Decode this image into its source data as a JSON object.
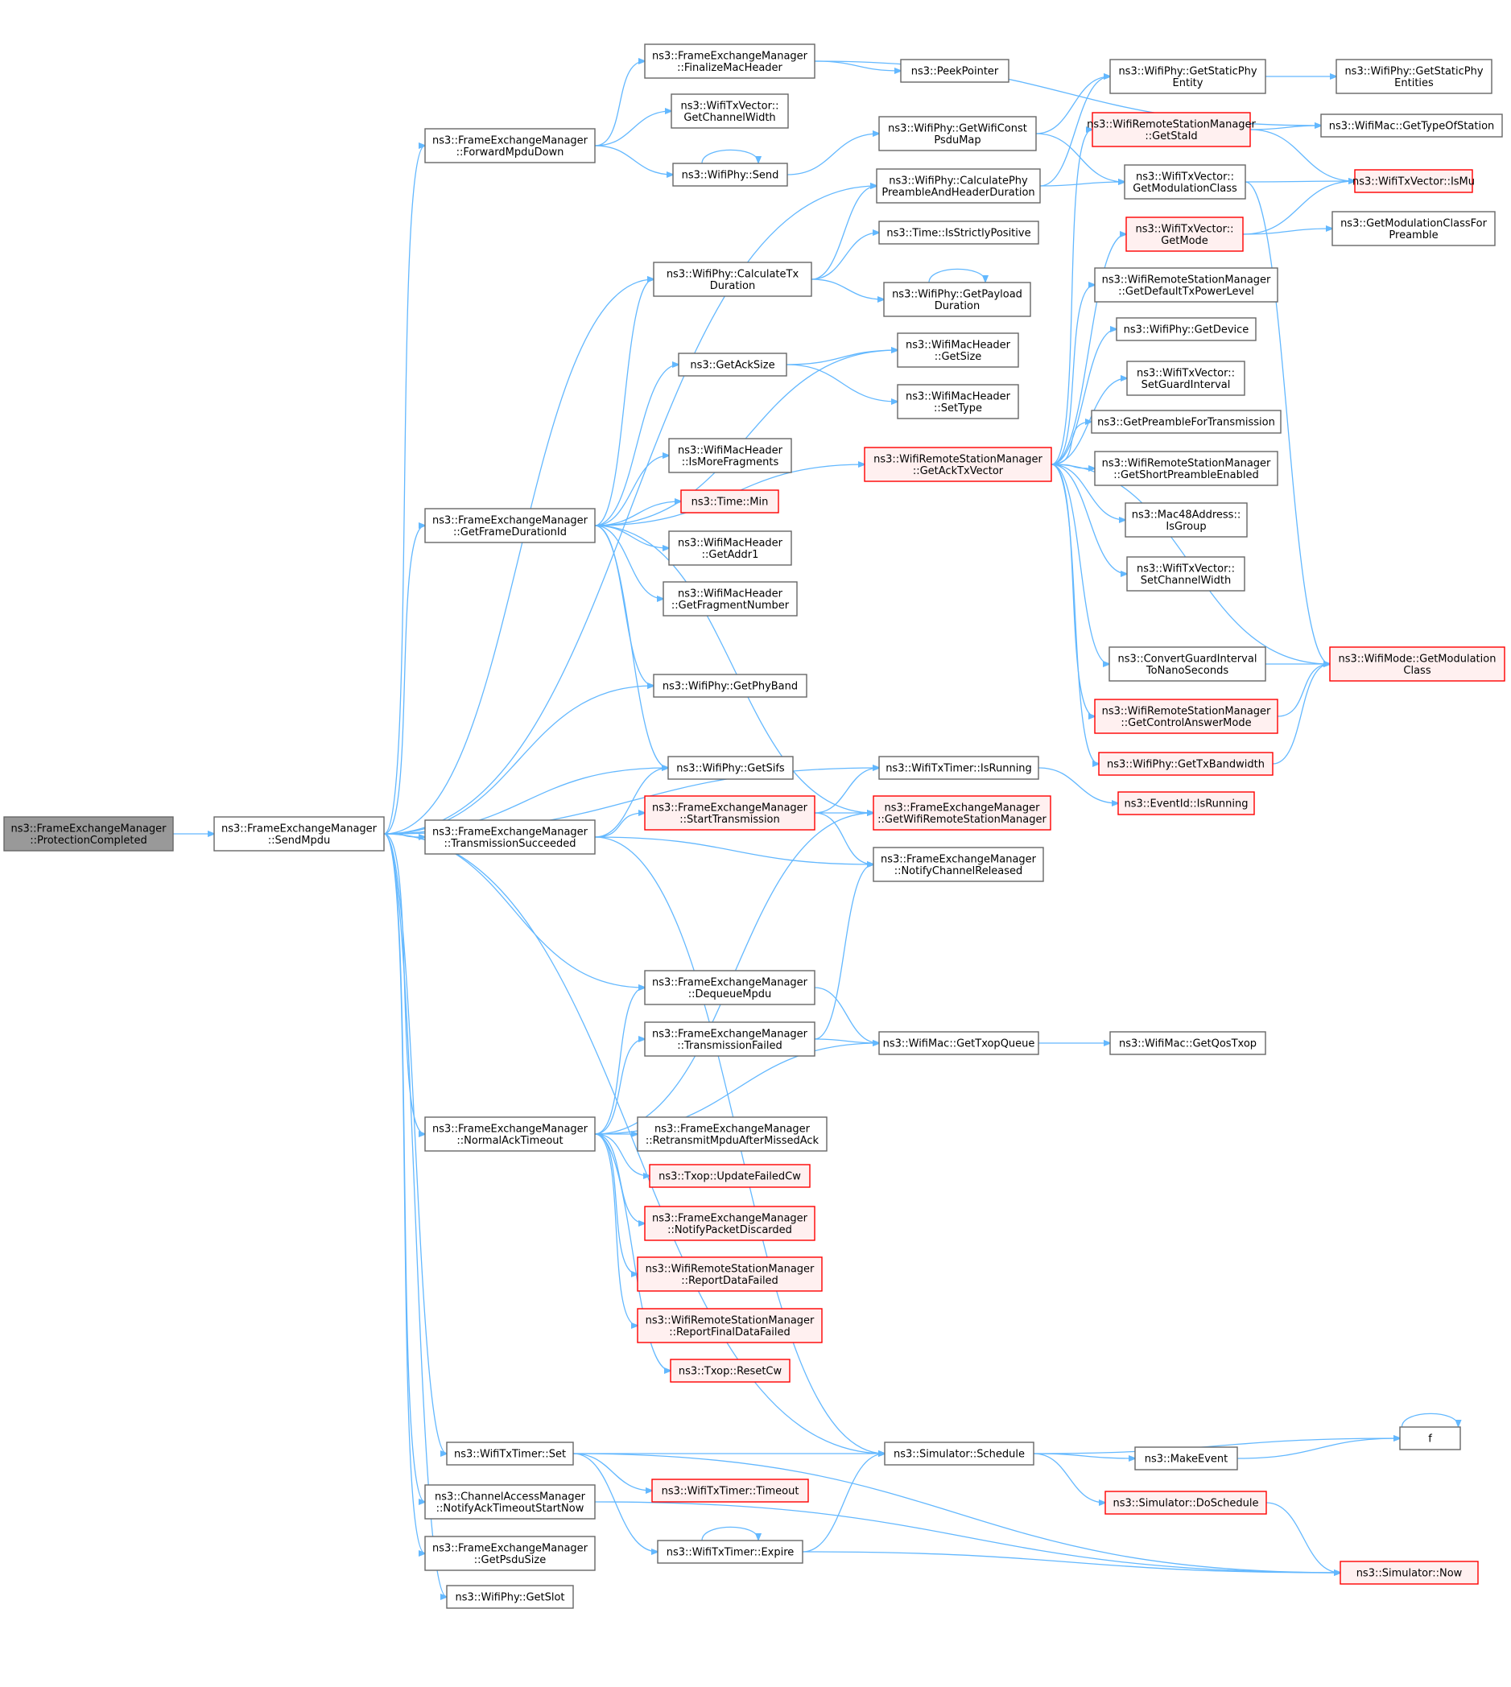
{
  "colors": {
    "edge": "#63b8ff",
    "node_border": "#666666",
    "node_fill": "#ffffff",
    "root_fill": "#999999",
    "root_border": "#666666",
    "ref_fill": "#fff0f0",
    "ref_border": "#ff0000"
  },
  "nodes": [
    {
      "id": "root",
      "kind": "root",
      "lines": [
        "ns3::FrameExchangeManager",
        "::ProtectionCompleted"
      ]
    },
    {
      "id": "sendMpdu",
      "kind": "normal",
      "lines": [
        "ns3::FrameExchangeManager",
        "::SendMpdu"
      ]
    },
    {
      "id": "forwardMpduDown",
      "kind": "normal",
      "lines": [
        "ns3::FrameExchangeManager",
        "::ForwardMpduDown"
      ]
    },
    {
      "id": "finalizeMacHeader",
      "kind": "normal",
      "lines": [
        "ns3::FrameExchangeManager",
        "::FinalizeMacHeader"
      ]
    },
    {
      "id": "peekPointer",
      "kind": "normal",
      "lines": [
        "ns3::PeekPointer"
      ]
    },
    {
      "id": "getChannelWidth",
      "kind": "normal",
      "lines": [
        "ns3::WifiTxVector::",
        "GetChannelWidth"
      ]
    },
    {
      "id": "phySend",
      "kind": "normal",
      "lines": [
        "ns3::WifiPhy::Send"
      ]
    },
    {
      "id": "getWifiConstPsduMap",
      "kind": "normal",
      "lines": [
        "ns3::WifiPhy::GetWifiConst",
        "PsduMap"
      ]
    },
    {
      "id": "getStaticPhyEntity",
      "kind": "normal",
      "lines": [
        "ns3::WifiPhy::GetStaticPhy",
        "Entity"
      ]
    },
    {
      "id": "getStaticPhyEntities",
      "kind": "normal",
      "lines": [
        "ns3::WifiPhy::GetStaticPhy",
        "Entities"
      ]
    },
    {
      "id": "getStaId",
      "kind": "ref",
      "lines": [
        "ns3::WifiRemoteStationManager",
        "::GetStaId"
      ]
    },
    {
      "id": "getTypeOfStation",
      "kind": "normal",
      "lines": [
        "ns3::WifiMac::GetTypeOfStation"
      ]
    },
    {
      "id": "calcPreamble",
      "kind": "normal",
      "lines": [
        "ns3::WifiPhy::CalculatePhy",
        "PreambleAndHeaderDuration"
      ]
    },
    {
      "id": "getModulationClassTx",
      "kind": "normal",
      "lines": [
        "ns3::WifiTxVector::",
        "GetModulationClass"
      ]
    },
    {
      "id": "isMu",
      "kind": "ref",
      "lines": [
        "ns3::WifiTxVector::IsMu"
      ]
    },
    {
      "id": "getMode",
      "kind": "ref",
      "lines": [
        "ns3::WifiTxVector::",
        "GetMode"
      ]
    },
    {
      "id": "getModClassForPreamble",
      "kind": "normal",
      "lines": [
        "ns3::GetModulationClassFor",
        "Preamble"
      ]
    },
    {
      "id": "isStrictlyPositive",
      "kind": "normal",
      "lines": [
        "ns3::Time::IsStrictlyPositive"
      ]
    },
    {
      "id": "calcTxDuration",
      "kind": "normal",
      "lines": [
        "ns3::WifiPhy::CalculateTx",
        "Duration"
      ]
    },
    {
      "id": "getPayloadDuration",
      "kind": "normal",
      "lines": [
        "ns3::WifiPhy::GetPayload",
        "Duration"
      ]
    },
    {
      "id": "getDefaultTxPower",
      "kind": "normal",
      "lines": [
        "ns3::WifiRemoteStationManager",
        "::GetDefaultTxPowerLevel"
      ]
    },
    {
      "id": "getDevice",
      "kind": "normal",
      "lines": [
        "ns3::WifiPhy::GetDevice"
      ]
    },
    {
      "id": "getAckSize",
      "kind": "normal",
      "lines": [
        "ns3::GetAckSize"
      ]
    },
    {
      "id": "headerGetSize",
      "kind": "normal",
      "lines": [
        "ns3::WifiMacHeader",
        "::GetSize"
      ]
    },
    {
      "id": "headerSetType",
      "kind": "normal",
      "lines": [
        "ns3::WifiMacHeader",
        "::SetType"
      ]
    },
    {
      "id": "setGuardInterval",
      "kind": "normal",
      "lines": [
        "ns3::WifiTxVector::",
        "SetGuardInterval"
      ]
    },
    {
      "id": "getPreambleForTx",
      "kind": "normal",
      "lines": [
        "ns3::GetPreambleForTransmission"
      ]
    },
    {
      "id": "getAckTxVector",
      "kind": "ref",
      "lines": [
        "ns3::WifiRemoteStationManager",
        "::GetAckTxVector"
      ]
    },
    {
      "id": "getShortPreamble",
      "kind": "normal",
      "lines": [
        "ns3::WifiRemoteStationManager",
        "::GetShortPreambleEnabled"
      ]
    },
    {
      "id": "isMoreFragments",
      "kind": "normal",
      "lines": [
        "ns3::WifiMacHeader",
        "::IsMoreFragments"
      ]
    },
    {
      "id": "timeMin",
      "kind": "ref",
      "lines": [
        "ns3::Time::Min"
      ]
    },
    {
      "id": "isGroup",
      "kind": "normal",
      "lines": [
        "ns3::Mac48Address::",
        "IsGroup"
      ]
    },
    {
      "id": "getFrameDurationId",
      "kind": "normal",
      "lines": [
        "ns3::FrameExchangeManager",
        "::GetFrameDurationId"
      ]
    },
    {
      "id": "getAddr1",
      "kind": "normal",
      "lines": [
        "ns3::WifiMacHeader",
        "::GetAddr1"
      ]
    },
    {
      "id": "setChannelWidth",
      "kind": "normal",
      "lines": [
        "ns3::WifiTxVector::",
        "SetChannelWidth"
      ]
    },
    {
      "id": "getFragmentNumber",
      "kind": "normal",
      "lines": [
        "ns3::WifiMacHeader",
        "::GetFragmentNumber"
      ]
    },
    {
      "id": "convertGuardInterval",
      "kind": "normal",
      "lines": [
        "ns3::ConvertGuardInterval",
        "ToNanoSeconds"
      ]
    },
    {
      "id": "modeGetModClass",
      "kind": "ref",
      "lines": [
        "ns3::WifiMode::GetModulation",
        "Class"
      ]
    },
    {
      "id": "getPhyBand",
      "kind": "normal",
      "lines": [
        "ns3::WifiPhy::GetPhyBand"
      ]
    },
    {
      "id": "getControlAnswerMode",
      "kind": "ref",
      "lines": [
        "ns3::WifiRemoteStationManager",
        "::GetControlAnswerMode"
      ]
    },
    {
      "id": "getTxBandwidth",
      "kind": "ref",
      "lines": [
        "ns3::WifiPhy::GetTxBandwidth"
      ]
    },
    {
      "id": "getSifs",
      "kind": "normal",
      "lines": [
        "ns3::WifiPhy::GetSifs"
      ]
    },
    {
      "id": "timerIsRunning",
      "kind": "normal",
      "lines": [
        "ns3::WifiTxTimer::IsRunning"
      ]
    },
    {
      "id": "eventIsRunning",
      "kind": "ref",
      "lines": [
        "ns3::EventId::IsRunning"
      ]
    },
    {
      "id": "startTransmission",
      "kind": "ref",
      "lines": [
        "ns3::FrameExchangeManager",
        "::StartTransmission"
      ]
    },
    {
      "id": "getWifiRsm",
      "kind": "ref",
      "lines": [
        "ns3::FrameExchangeManager",
        "::GetWifiRemoteStationManager"
      ]
    },
    {
      "id": "transmissionSucceeded",
      "kind": "normal",
      "lines": [
        "ns3::FrameExchangeManager",
        "::TransmissionSucceeded"
      ]
    },
    {
      "id": "notifyChannelReleased",
      "kind": "normal",
      "lines": [
        "ns3::FrameExchangeManager",
        "::NotifyChannelReleased"
      ]
    },
    {
      "id": "dequeueMpdu",
      "kind": "normal",
      "lines": [
        "ns3::FrameExchangeManager",
        "::DequeueMpdu"
      ]
    },
    {
      "id": "transmissionFailed",
      "kind": "normal",
      "lines": [
        "ns3::FrameExchangeManager",
        "::TransmissionFailed"
      ]
    },
    {
      "id": "getTxopQueue",
      "kind": "normal",
      "lines": [
        "ns3::WifiMac::GetTxopQueue"
      ]
    },
    {
      "id": "getQosTxop",
      "kind": "normal",
      "lines": [
        "ns3::WifiMac::GetQosTxop"
      ]
    },
    {
      "id": "normalAckTimeout",
      "kind": "normal",
      "lines": [
        "ns3::FrameExchangeManager",
        "::NormalAckTimeout"
      ]
    },
    {
      "id": "retransmitMpdu",
      "kind": "normal",
      "lines": [
        "ns3::FrameExchangeManager",
        "::RetransmitMpduAfterMissedAck"
      ]
    },
    {
      "id": "updateFailedCw",
      "kind": "ref",
      "lines": [
        "ns3::Txop::UpdateFailedCw"
      ]
    },
    {
      "id": "notifyPacketDiscarded",
      "kind": "ref",
      "lines": [
        "ns3::FrameExchangeManager",
        "::NotifyPacketDiscarded"
      ]
    },
    {
      "id": "reportDataFailed",
      "kind": "ref",
      "lines": [
        "ns3::WifiRemoteStationManager",
        "::ReportDataFailed"
      ]
    },
    {
      "id": "reportFinalDataFailed",
      "kind": "ref",
      "lines": [
        "ns3::WifiRemoteStationManager",
        "::ReportFinalDataFailed"
      ]
    },
    {
      "id": "resetCw",
      "kind": "ref",
      "lines": [
        "ns3::Txop::ResetCw"
      ]
    },
    {
      "id": "timerSet",
      "kind": "normal",
      "lines": [
        "ns3::WifiTxTimer::Set"
      ]
    },
    {
      "id": "schedule",
      "kind": "normal",
      "lines": [
        "ns3::Simulator::Schedule"
      ]
    },
    {
      "id": "f",
      "kind": "normal",
      "lines": [
        "f"
      ]
    },
    {
      "id": "makeEvent",
      "kind": "normal",
      "lines": [
        "ns3::MakeEvent"
      ]
    },
    {
      "id": "timerTimeout",
      "kind": "ref",
      "lines": [
        "ns3::WifiTxTimer::Timeout"
      ]
    },
    {
      "id": "doSchedule",
      "kind": "ref",
      "lines": [
        "ns3::Simulator::DoSchedule"
      ]
    },
    {
      "id": "notifyAckTimeout",
      "kind": "normal",
      "lines": [
        "ns3::ChannelAccessManager",
        "::NotifyAckTimeoutStartNow"
      ]
    },
    {
      "id": "timerExpire",
      "kind": "normal",
      "lines": [
        "ns3::WifiTxTimer::Expire"
      ]
    },
    {
      "id": "getPsduSize",
      "kind": "normal",
      "lines": [
        "ns3::FrameExchangeManager",
        "::GetPsduSize"
      ]
    },
    {
      "id": "simNow",
      "kind": "ref",
      "lines": [
        "ns3::Simulator::Now"
      ]
    },
    {
      "id": "getSlot",
      "kind": "normal",
      "lines": [
        "ns3::WifiPhy::GetSlot"
      ]
    }
  ],
  "edges": [
    [
      "root",
      "sendMpdu"
    ],
    [
      "sendMpdu",
      "forwardMpduDown"
    ],
    [
      "sendMpdu",
      "calcPreamble"
    ],
    [
      "sendMpdu",
      "calcTxDuration"
    ],
    [
      "sendMpdu",
      "getFrameDurationId"
    ],
    [
      "sendMpdu",
      "getPhyBand"
    ],
    [
      "sendMpdu",
      "timerIsRunning"
    ],
    [
      "sendMpdu",
      "getSifs"
    ],
    [
      "sendMpdu",
      "transmissionSucceeded"
    ],
    [
      "sendMpdu",
      "dequeueMpdu"
    ],
    [
      "sendMpdu",
      "normalAckTimeout"
    ],
    [
      "sendMpdu",
      "schedule"
    ],
    [
      "sendMpdu",
      "timerSet"
    ],
    [
      "sendMpdu",
      "notifyAckTimeout"
    ],
    [
      "sendMpdu",
      "getPsduSize"
    ],
    [
      "sendMpdu",
      "getSlot"
    ],
    [
      "forwardMpduDown",
      "finalizeMacHeader"
    ],
    [
      "forwardMpduDown",
      "getChannelWidth"
    ],
    [
      "forwardMpduDown",
      "phySend"
    ],
    [
      "finalizeMacHeader",
      "peekPointer"
    ],
    [
      "finalizeMacHeader",
      "getTypeOfStation"
    ],
    [
      "phySend",
      "phySend"
    ],
    [
      "phySend",
      "getWifiConstPsduMap"
    ],
    [
      "getWifiConstPsduMap",
      "getStaticPhyEntity"
    ],
    [
      "getWifiConstPsduMap",
      "getModulationClassTx"
    ],
    [
      "getStaticPhyEntity",
      "getStaticPhyEntities"
    ],
    [
      "calcPreamble",
      "getStaticPhyEntity"
    ],
    [
      "calcPreamble",
      "getModulationClassTx"
    ],
    [
      "getStaId",
      "getTypeOfStation"
    ],
    [
      "getStaId",
      "isMu"
    ],
    [
      "getModulationClassTx",
      "isMu"
    ],
    [
      "getModulationClassTx",
      "modeGetModClass"
    ],
    [
      "getMode",
      "isMu"
    ],
    [
      "getMode",
      "getModClassForPreamble"
    ],
    [
      "calcTxDuration",
      "calcPreamble"
    ],
    [
      "calcTxDuration",
      "isStrictlyPositive"
    ],
    [
      "calcTxDuration",
      "getPayloadDuration"
    ],
    [
      "getPayloadDuration",
      "getPayloadDuration"
    ],
    [
      "getAckSize",
      "headerGetSize"
    ],
    [
      "getAckSize",
      "headerSetType"
    ],
    [
      "getAckTxVector",
      "getStaId"
    ],
    [
      "getAckTxVector",
      "getMode"
    ],
    [
      "getAckTxVector",
      "getDefaultTxPower"
    ],
    [
      "getAckTxVector",
      "getDevice"
    ],
    [
      "getAckTxVector",
      "setGuardInterval"
    ],
    [
      "getAckTxVector",
      "getPreambleForTx"
    ],
    [
      "getAckTxVector",
      "getShortPreamble"
    ],
    [
      "getAckTxVector",
      "isGroup"
    ],
    [
      "getAckTxVector",
      "setChannelWidth"
    ],
    [
      "getAckTxVector",
      "convertGuardInterval"
    ],
    [
      "getAckTxVector",
      "modeGetModClass"
    ],
    [
      "getAckTxVector",
      "getControlAnswerMode"
    ],
    [
      "getAckTxVector",
      "getTxBandwidth"
    ],
    [
      "getFrameDurationId",
      "calcTxDuration"
    ],
    [
      "getFrameDurationId",
      "headerGetSize"
    ],
    [
      "getFrameDurationId",
      "getAckSize"
    ],
    [
      "getFrameDurationId",
      "getAckTxVector"
    ],
    [
      "getFrameDurationId",
      "isMoreFragments"
    ],
    [
      "getFrameDurationId",
      "timeMin"
    ],
    [
      "getFrameDurationId",
      "getAddr1"
    ],
    [
      "getFrameDurationId",
      "getFragmentNumber"
    ],
    [
      "getFrameDurationId",
      "getPhyBand"
    ],
    [
      "getFrameDurationId",
      "getSifs"
    ],
    [
      "getFrameDurationId",
      "getWifiRsm"
    ],
    [
      "convertGuardInterval",
      "modeGetModClass"
    ],
    [
      "getControlAnswerMode",
      "modeGetModClass"
    ],
    [
      "getTxBandwidth",
      "modeGetModClass"
    ],
    [
      "timerIsRunning",
      "eventIsRunning"
    ],
    [
      "startTransmission",
      "timerIsRunning"
    ],
    [
      "startTransmission",
      "getWifiRsm"
    ],
    [
      "startTransmission",
      "notifyChannelReleased"
    ],
    [
      "transmissionSucceeded",
      "getSifs"
    ],
    [
      "transmissionSucceeded",
      "startTransmission"
    ],
    [
      "transmissionSucceeded",
      "notifyChannelReleased"
    ],
    [
      "transmissionSucceeded",
      "schedule"
    ],
    [
      "dequeueMpdu",
      "getTxopQueue"
    ],
    [
      "transmissionFailed",
      "getTxopQueue"
    ],
    [
      "transmissionFailed",
      "notifyChannelReleased"
    ],
    [
      "getTxopQueue",
      "getQosTxop"
    ],
    [
      "normalAckTimeout",
      "getWifiRsm"
    ],
    [
      "normalAckTimeout",
      "dequeueMpdu"
    ],
    [
      "normalAckTimeout",
      "transmissionFailed"
    ],
    [
      "normalAckTimeout",
      "getTxopQueue"
    ],
    [
      "normalAckTimeout",
      "retransmitMpdu"
    ],
    [
      "normalAckTimeout",
      "updateFailedCw"
    ],
    [
      "normalAckTimeout",
      "notifyPacketDiscarded"
    ],
    [
      "normalAckTimeout",
      "reportDataFailed"
    ],
    [
      "normalAckTimeout",
      "reportFinalDataFailed"
    ],
    [
      "normalAckTimeout",
      "resetCw"
    ],
    [
      "timerSet",
      "schedule"
    ],
    [
      "timerSet",
      "timerTimeout"
    ],
    [
      "timerSet",
      "timerExpire"
    ],
    [
      "timerSet",
      "simNow"
    ],
    [
      "schedule",
      "f"
    ],
    [
      "schedule",
      "makeEvent"
    ],
    [
      "schedule",
      "doSchedule"
    ],
    [
      "f",
      "f"
    ],
    [
      "makeEvent",
      "f"
    ],
    [
      "doSchedule",
      "simNow"
    ],
    [
      "timerExpire",
      "timerExpire"
    ],
    [
      "timerExpire",
      "schedule"
    ],
    [
      "timerExpire",
      "simNow"
    ],
    [
      "notifyAckTimeout",
      "simNow"
    ]
  ]
}
